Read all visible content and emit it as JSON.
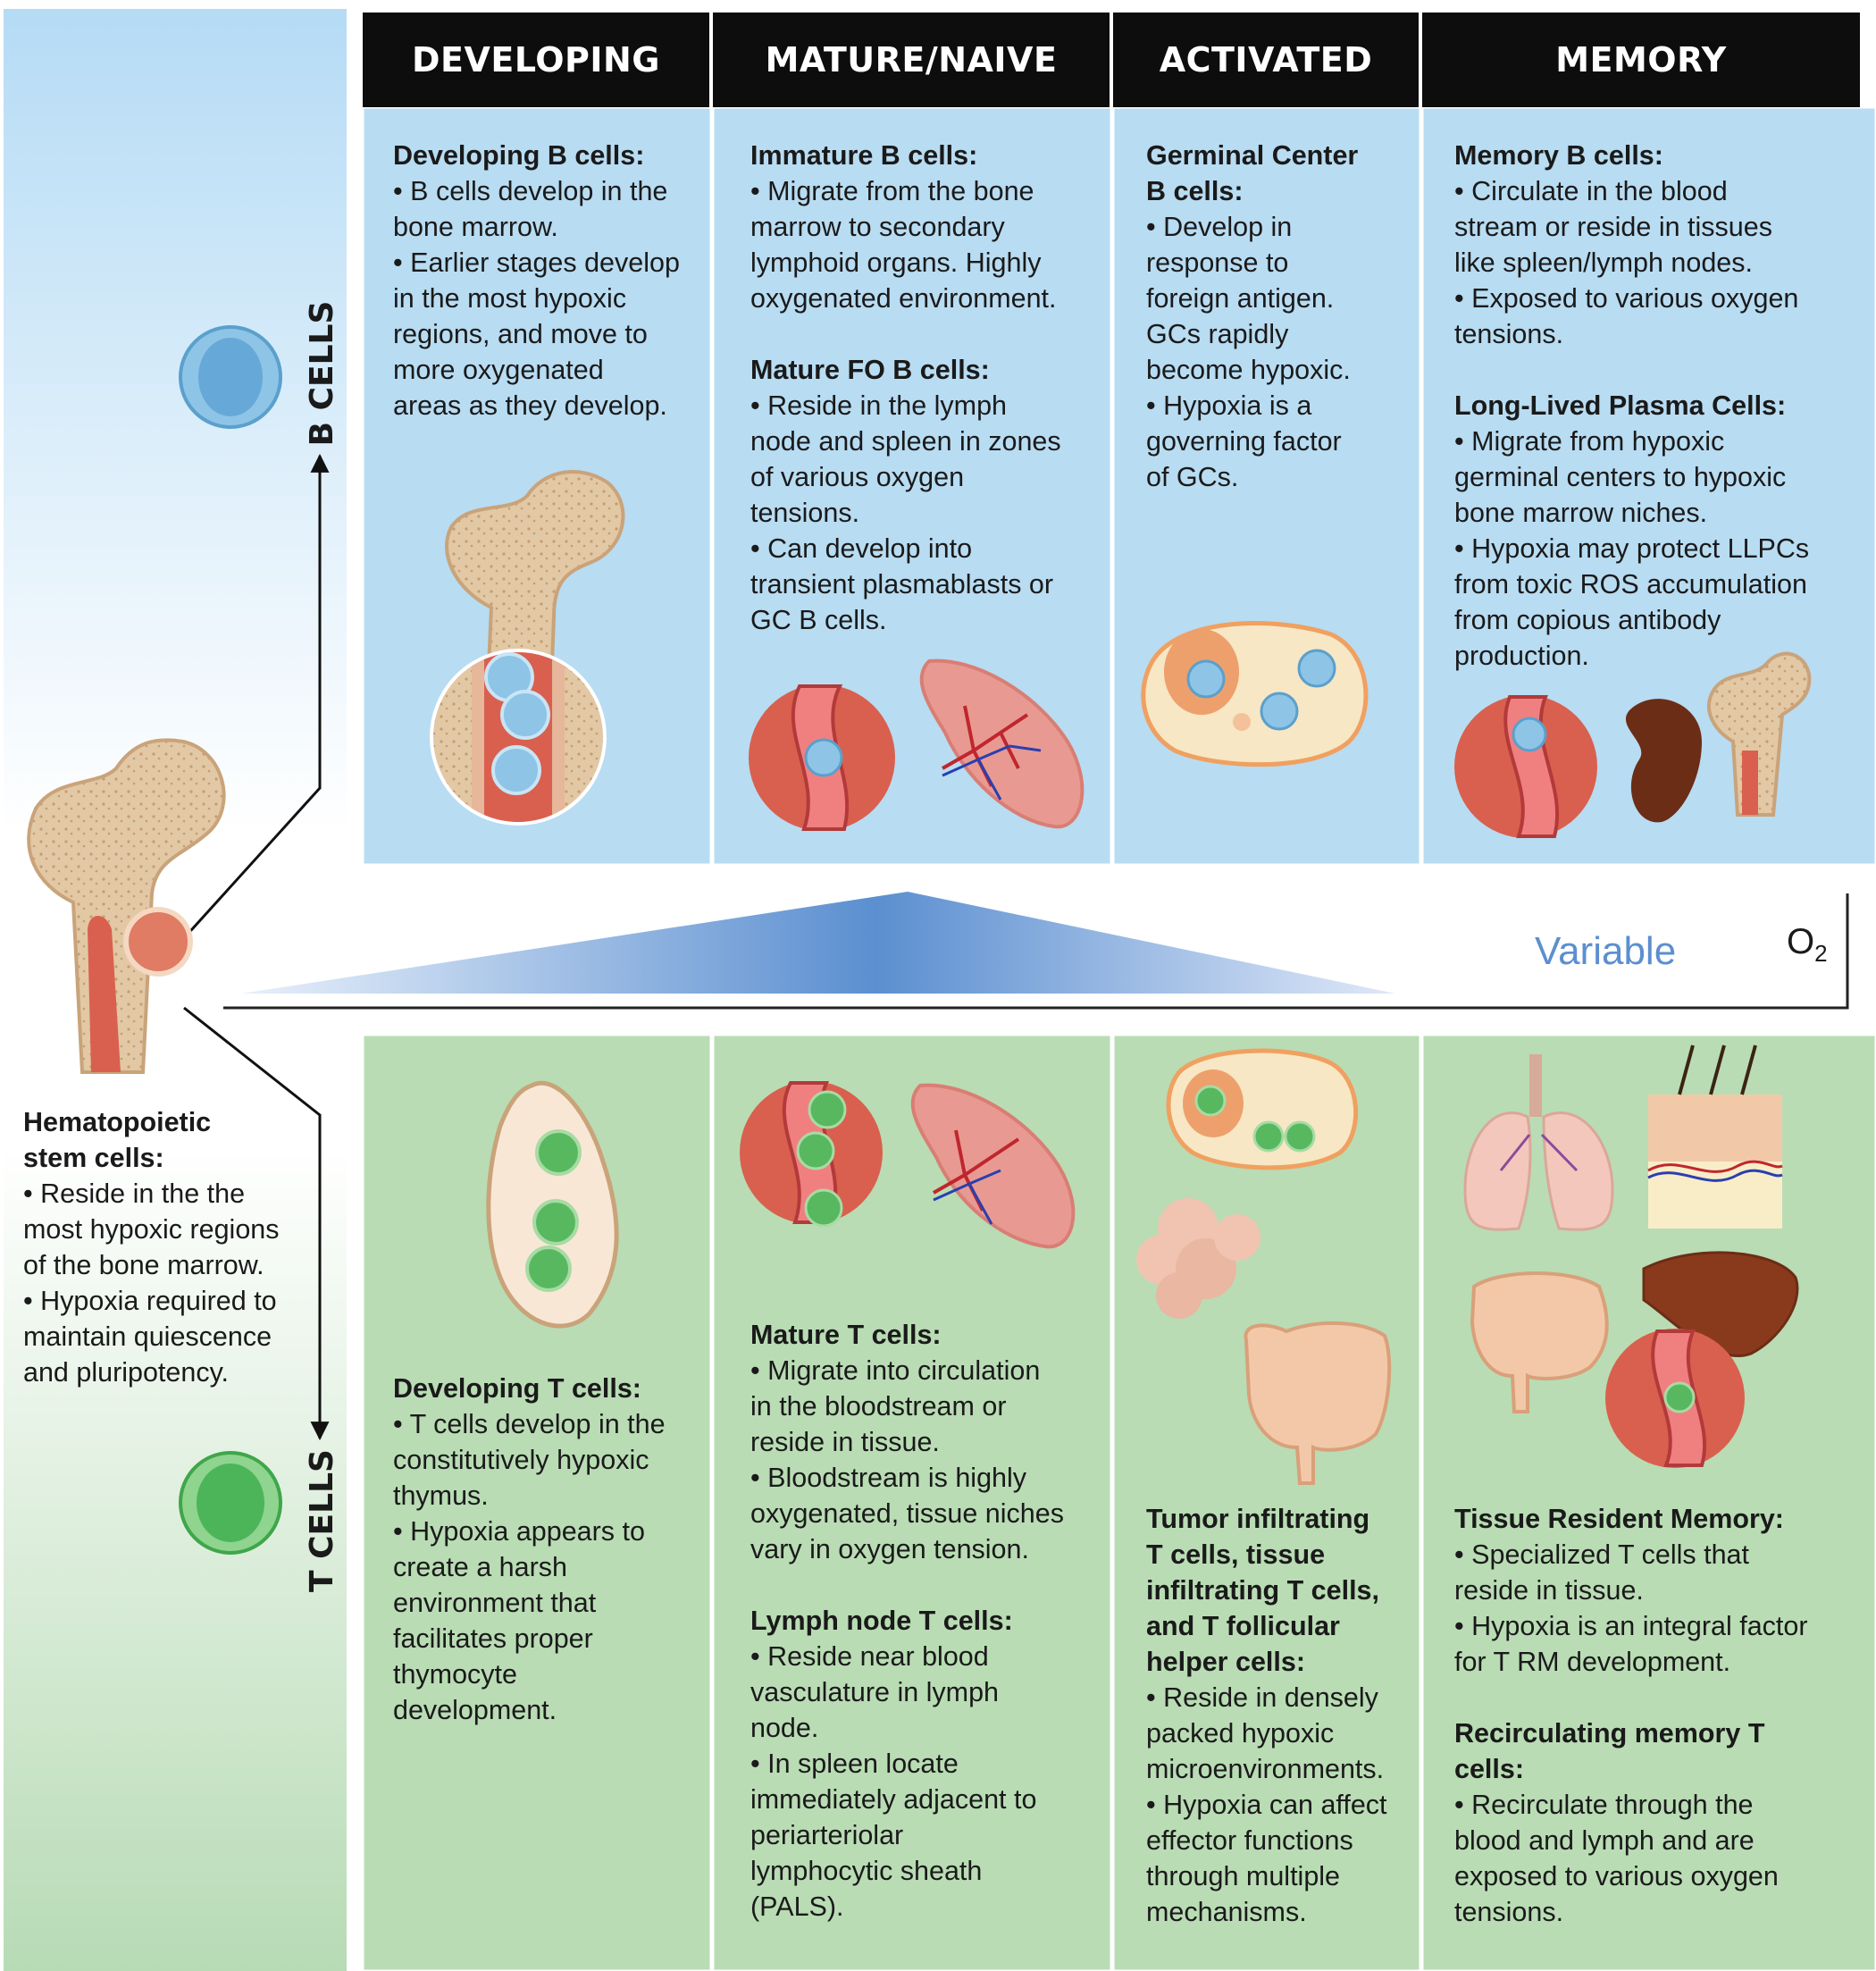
{
  "headers": {
    "developing": "DEVELOPING",
    "mature": "MATURE/NAIVE",
    "activated": "ACTIVATED",
    "memory": "MEMORY"
  },
  "row_labels": {
    "b_cells": "B CELLS",
    "t_cells": "T CELLS"
  },
  "oxygen": {
    "label": "Variable",
    "symbol": "O",
    "subscript": "2"
  },
  "hsc": {
    "title": [
      "Hematopoietic",
      "stem cells:"
    ],
    "lines": [
      "• Reside in the the",
      "most hypoxic regions",
      "of the bone marrow.",
      "• Hypoxia required to",
      "maintain quiescence",
      "and pluripotency."
    ]
  },
  "b_cells": {
    "developing": {
      "title": [
        "Developing B cells:"
      ],
      "lines": [
        "• B cells develop in the",
        "bone marrow.",
        "• Earlier stages develop",
        "in the most hypoxic",
        "regions, and move to",
        "more oxygenated",
        "areas as they develop."
      ]
    },
    "mature": {
      "title1": [
        "Immature B cells:"
      ],
      "lines1": [
        "• Migrate from the bone",
        "marrow to secondary",
        "lymphoid organs. Highly",
        "oxygenated environment."
      ],
      "title2": [
        "Mature FO B cells:"
      ],
      "lines2": [
        "• Reside in the lymph",
        "node and spleen in zones",
        "of various oxygen",
        "tensions.",
        "• Can develop into",
        "transient plasmablasts or",
        "GC B cells."
      ]
    },
    "activated": {
      "title": [
        "Germinal Center",
        "B cells:"
      ],
      "lines": [
        "• Develop in",
        "response to",
        "foreign antigen.",
        "GCs rapidly",
        "become hypoxic.",
        "• Hypoxia is a",
        "governing factor",
        "of GCs."
      ]
    },
    "memory": {
      "title1": [
        "Memory B cells:"
      ],
      "lines1": [
        "• Circulate in the blood",
        "stream or reside in tissues",
        "like spleen/lymph nodes.",
        "• Exposed to various oxygen",
        "tensions."
      ],
      "title2": [
        "Long-Lived Plasma Cells:"
      ],
      "lines2": [
        "• Migrate from hypoxic",
        "germinal centers to hypoxic",
        "bone marrow niches.",
        "• Hypoxia may protect LLPCs",
        "from toxic ROS accumulation",
        "from copious antibody",
        "production."
      ]
    }
  },
  "t_cells": {
    "developing": {
      "title": [
        "Developing T cells:"
      ],
      "lines": [
        "• T cells develop in the",
        "constitutively hypoxic",
        "thymus.",
        "• Hypoxia appears to",
        "create a harsh",
        "environment that",
        "facilitates proper",
        "thymocyte",
        "development."
      ]
    },
    "mature": {
      "title1": [
        "Mature T cells:"
      ],
      "lines1": [
        "• Migrate into circulation",
        "in the bloodstream or",
        "reside in tissue.",
        "• Bloodstream is highly",
        "oxygenated, tissue niches",
        "vary in oxygen tension."
      ],
      "title2": [
        "Lymph node T cells:"
      ],
      "lines2": [
        "• Reside near blood",
        "vasculature in lymph",
        "node.",
        "• In spleen locate",
        "immediately adjacent to",
        "periarteriolar",
        "lymphocytic sheath",
        "(PALS)."
      ]
    },
    "activated": {
      "title": [
        "Tumor infiltrating",
        "T cells, tissue",
        "infiltrating T cells,",
        "and T follicular",
        "helper cells:"
      ],
      "lines": [
        "• Reside in densely",
        "packed hypoxic",
        "microenvironments.",
        "• Hypoxia can affect",
        "effector functions",
        "through multiple",
        "mechanisms."
      ]
    },
    "memory": {
      "title1": [
        "Tissue Resident Memory:"
      ],
      "lines1": [
        "• Specialized T cells that",
        "reside in tissue.",
        "• Hypoxia is an integral factor",
        "for T RM development."
      ],
      "title2": [
        "Recirculating memory T",
        "cells:"
      ],
      "lines2": [
        "• Recirculate through the",
        "blood and lymph and are",
        "exposed to various oxygen",
        "tensions."
      ]
    }
  },
  "colors": {
    "b_panel": "#b8dcf2",
    "t_panel": "#b9dcb4",
    "header_bg": "#0d0d0d",
    "bone": "#e5c9a4",
    "bone_edge": "#c9a37a",
    "marrow": "#d9604e",
    "vessel": "#e86a6a",
    "b_cell": "#8ec4e6",
    "t_cell": "#58b860",
    "oxygen_gradient": "#5b8fd0"
  }
}
